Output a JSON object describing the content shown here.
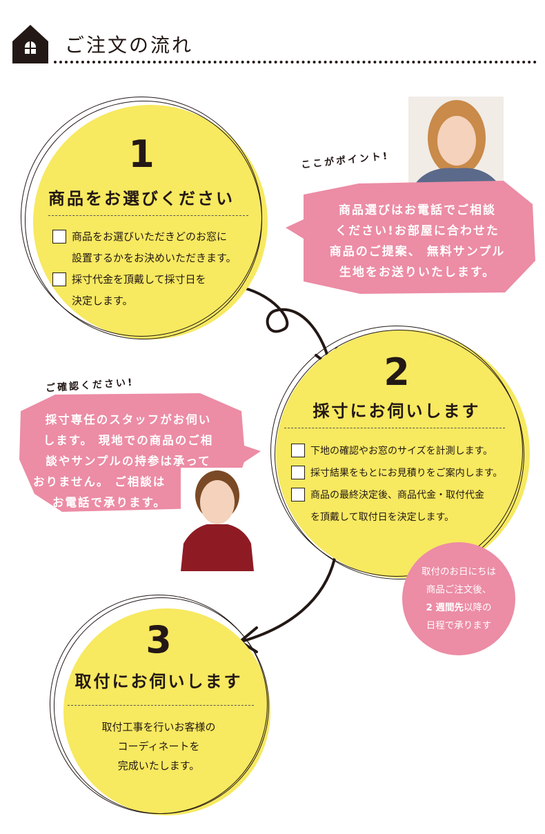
{
  "header": {
    "title": "ご注文の流れ",
    "icon": "house-icon"
  },
  "step1": {
    "number": "1",
    "heading": "商品をお選びください",
    "items": [
      {
        "lines": [
          "商品をお選びいただきどのお窓に",
          "設置するかをお決めいただきます。"
        ]
      },
      {
        "lines": [
          "採寸代金を頂戴して採寸日を",
          "決定します。"
        ]
      }
    ]
  },
  "point1": {
    "label": "ここがポイント!",
    "bubble": [
      "商品選びはお電話でご相談",
      "ください!お部屋に合わせた",
      "商品のご提案、 無料サンプル",
      "生地をお送りいたします。"
    ]
  },
  "step2": {
    "number": "2",
    "heading": "採寸にお伺いします",
    "items": [
      {
        "lines": [
          "下地の確認やお窓のサイズを計測します。"
        ]
      },
      {
        "lines": [
          "採寸結果をもとにお見積りをご案内します。"
        ]
      },
      {
        "lines": [
          "商品の最終決定後、商品代金・取付代金",
          "を頂戴して取付日を決定します。"
        ]
      }
    ]
  },
  "point2": {
    "label": "ご確認ください!",
    "bubble": [
      "採寸専任のスタッフがお伺い",
      "します。 現地での商品のご相",
      "談やサンプルの持参は承って",
      "おりません。 ご相談は",
      "お電話で承ります。"
    ]
  },
  "notice": {
    "line1": "取付のお日にちは",
    "line2": "商品ご注文後、",
    "bold": "2 週間先",
    "line3_rest": "以降の",
    "line4": "日程で承ります"
  },
  "step3": {
    "number": "3",
    "heading": "取付にお伺いします",
    "lines": [
      "取付工事を行いお客様の",
      "コーディネートを",
      "完成いたします。"
    ]
  },
  "colors": {
    "yellow": "#f7e960",
    "pink": "#ec8ca5",
    "dark": "#231815"
  }
}
